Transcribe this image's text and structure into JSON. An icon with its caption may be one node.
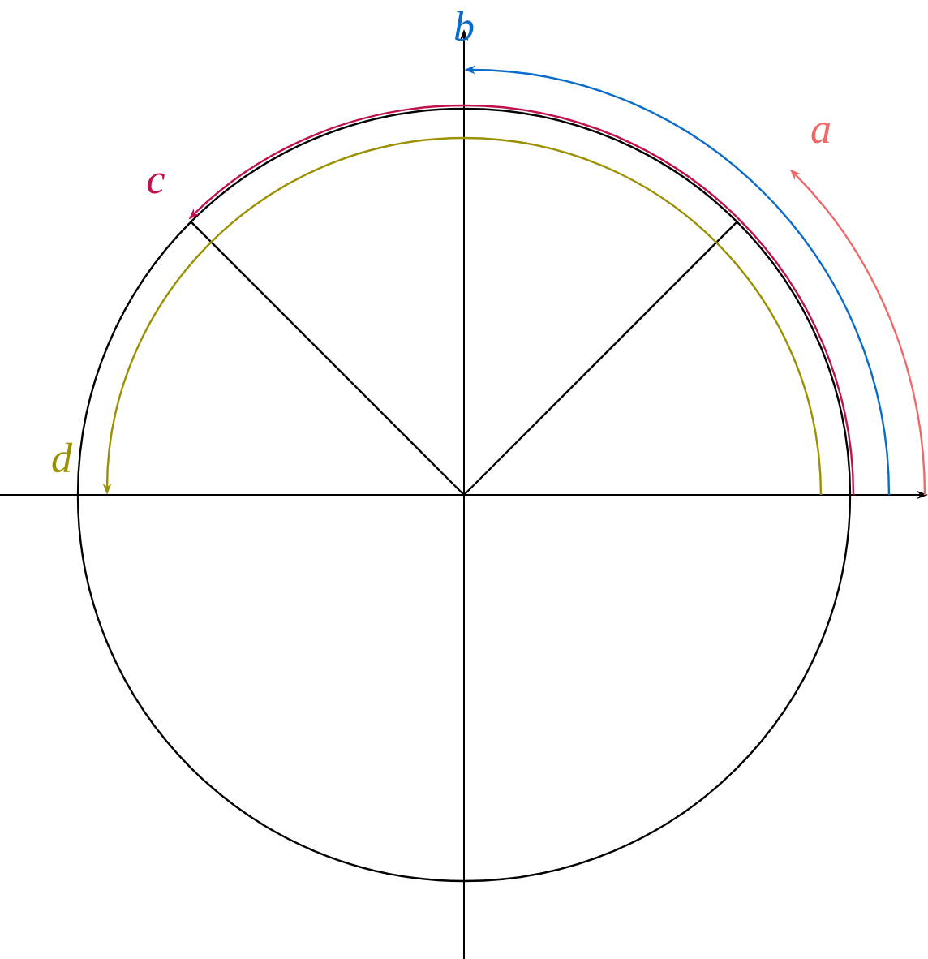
{
  "diagram": {
    "labels": [
      "b",
      "a",
      "c",
      "d"
    ]
  }
}
